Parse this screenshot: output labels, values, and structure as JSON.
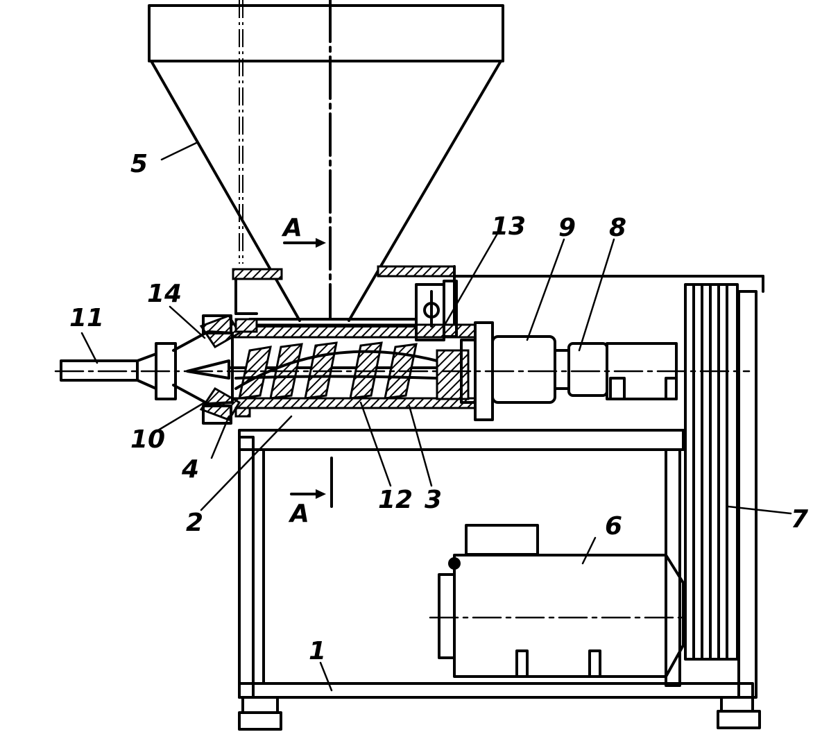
{
  "labels": {
    "l1": "1",
    "l2": "2",
    "l3": "3",
    "l4": "4",
    "l5": "5",
    "l6": "6",
    "l7": "7",
    "l8": "8",
    "l9": "9",
    "l10": "10",
    "l11": "11",
    "l12": "12",
    "l13": "13",
    "l14": "14",
    "section_top": "A",
    "section_bottom": "A"
  }
}
